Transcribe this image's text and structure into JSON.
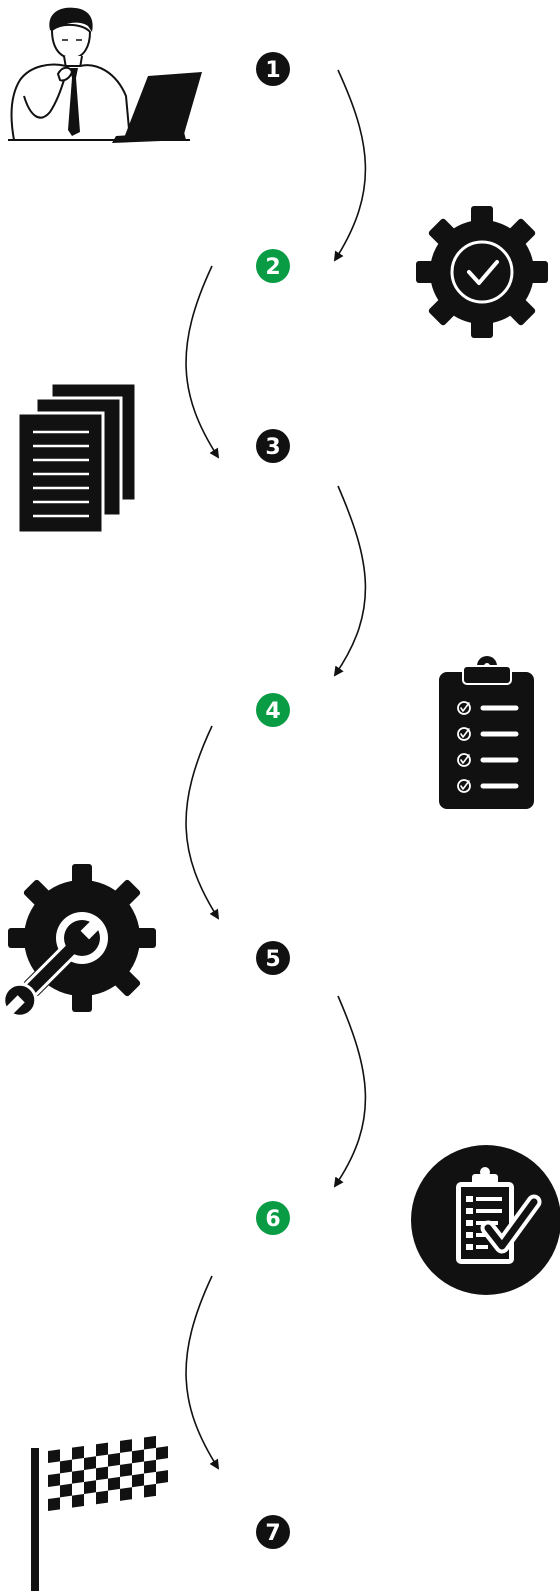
{
  "steps": [
    {
      "number": "1",
      "color": "#111111",
      "icon": "person-laptop-icon"
    },
    {
      "number": "2",
      "color": "#0a9c45",
      "icon": "gear-check-icon"
    },
    {
      "number": "3",
      "color": "#111111",
      "icon": "documents-icon"
    },
    {
      "number": "4",
      "color": "#0a9c45",
      "icon": "clipboard-checklist-icon"
    },
    {
      "number": "5",
      "color": "#111111",
      "icon": "gear-wrench-icon"
    },
    {
      "number": "6",
      "color": "#0a9c45",
      "icon": "clipboard-approved-icon"
    },
    {
      "number": "7",
      "color": "#111111",
      "icon": "checkered-flag-icon"
    }
  ]
}
